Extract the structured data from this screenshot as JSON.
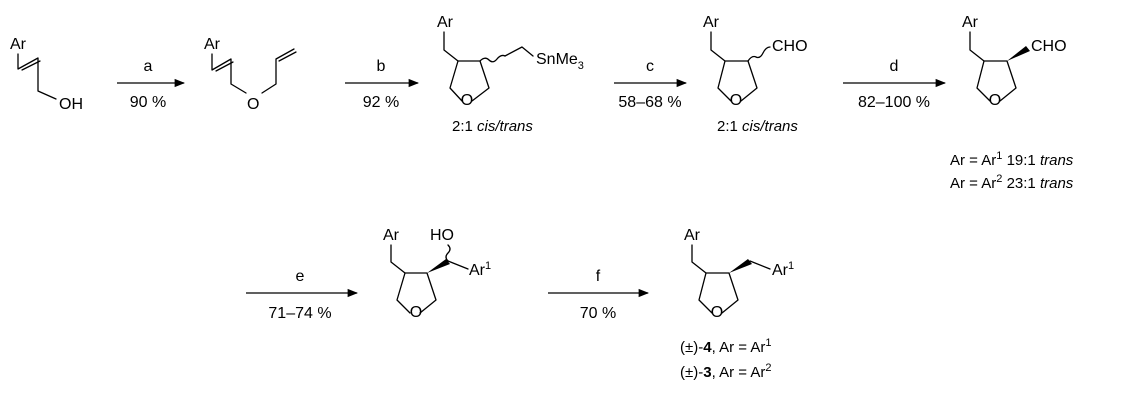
{
  "atoms": {
    "ar": "Ar",
    "oh": "OH",
    "o": "O",
    "ho": "HO",
    "sn": "SnMe",
    "sn_sub": "3",
    "cho": "CHO",
    "ar1": "Ar",
    "ar1_sup": "1"
  },
  "steps": [
    {
      "letter": "a",
      "yield": "90 %"
    },
    {
      "letter": "b",
      "yield": "92 %"
    },
    {
      "letter": "c",
      "yield": "58–68 %"
    },
    {
      "letter": "d",
      "yield": "82–100 %"
    },
    {
      "letter": "e",
      "yield": "71–74 %"
    },
    {
      "letter": "f",
      "yield": "70 %"
    }
  ],
  "captions": {
    "cmp3_ratio": "2:1 ",
    "cmp3_ratio_it": "cis/trans",
    "cmp4_ratio": "2:1 ",
    "cmp4_ratio_it": "cis/trans",
    "cmp5_line1_a": "Ar = Ar",
    "cmp5_line1_sup": "1",
    "cmp5_line1_b": " 19:1 ",
    "cmp5_line1_it": "trans",
    "cmp5_line2_a": "Ar = Ar",
    "cmp5_line2_sup": "2",
    "cmp5_line2_b": " 23:1 ",
    "cmp5_line2_it": "trans",
    "prod4_a": "(±)-",
    "prod4_num": "4",
    "prod4_b": ", Ar = Ar",
    "prod4_sup": "1",
    "prod3_a": "(±)-",
    "prod3_num": "3",
    "prod3_b": ", Ar = Ar",
    "prod3_sup": "2"
  }
}
